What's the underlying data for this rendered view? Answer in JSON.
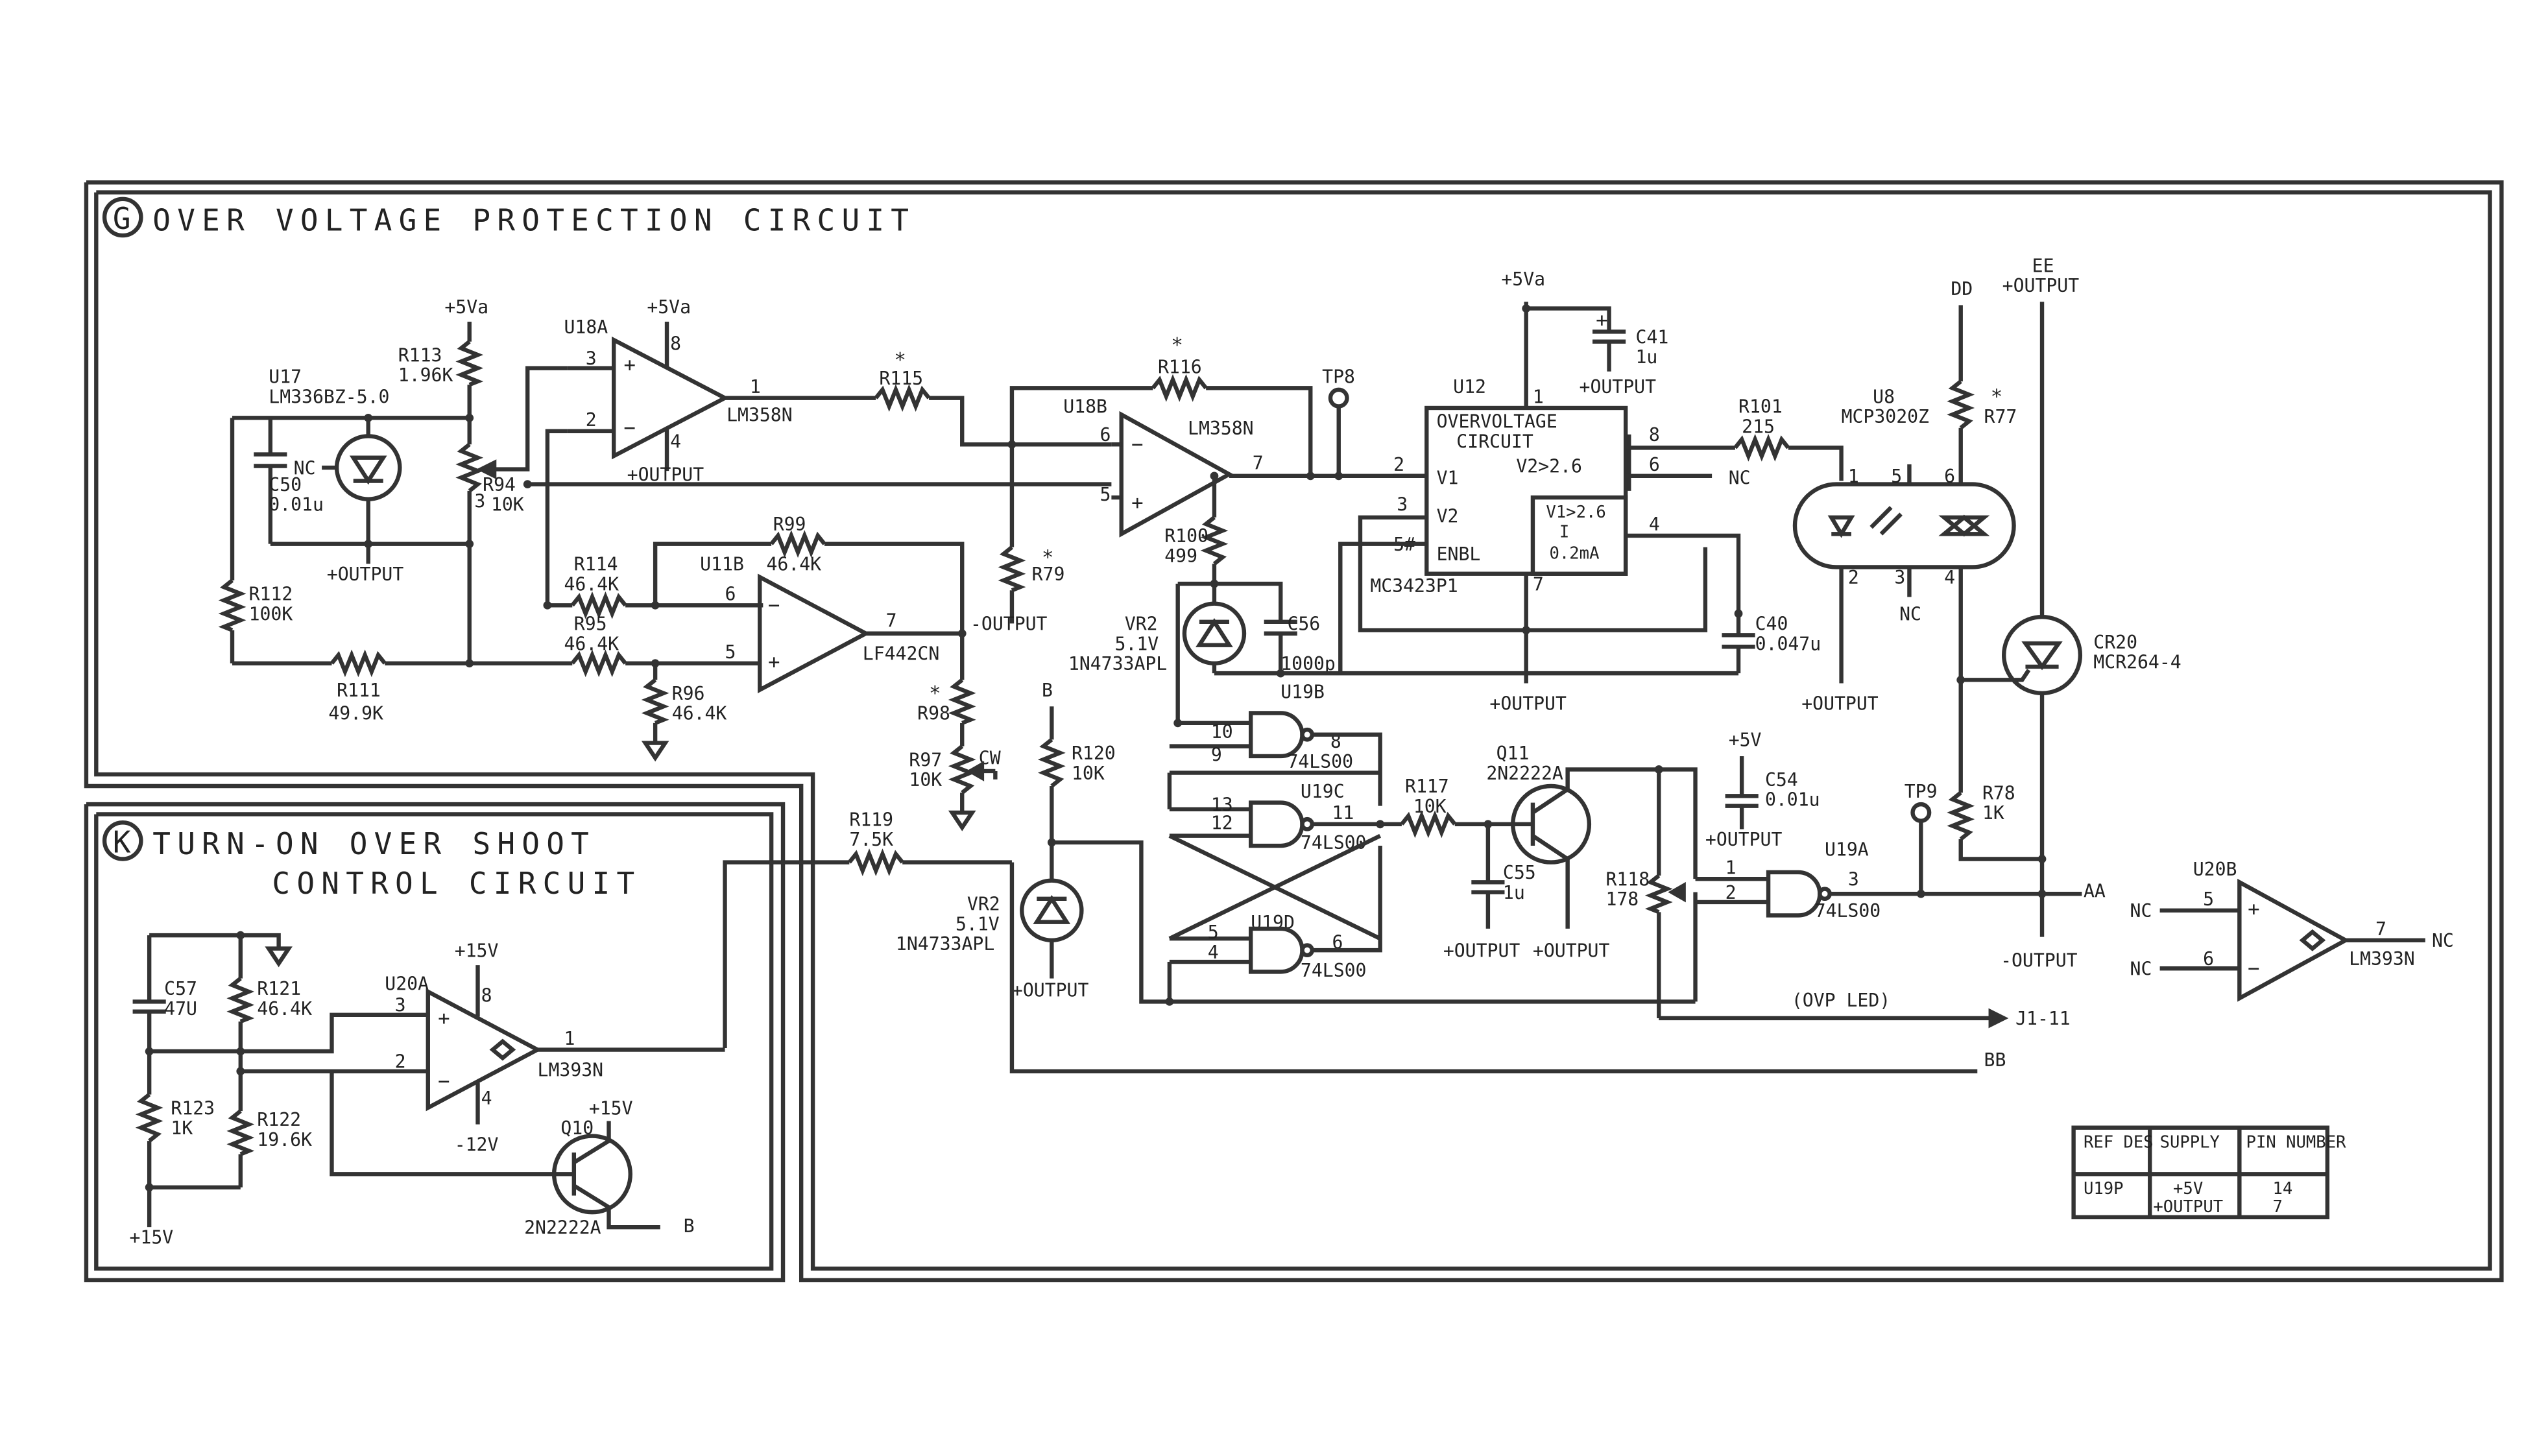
{
  "sections": {
    "g": {
      "letter": "G",
      "title": "OVER VOLTAGE PROTECTION CIRCUIT"
    },
    "k": {
      "letter": "K",
      "title_line1": "TURN-ON OVER SHOOT",
      "title_line2": "CONTROL CIRCUIT"
    }
  },
  "labels": {
    "u17": "U17",
    "u17_part": "LM336BZ-5.0",
    "nc": "NC",
    "c50": "C50",
    "c50_val": "0.01u",
    "plus_output": "+OUTPUT",
    "r112": "R112",
    "r112_val": "100K",
    "r111": "R111",
    "r111_val": "49.9K",
    "r113": "R113",
    "r113_val": "1.96K",
    "plus5va": "+5Va",
    "r94": "R94",
    "r94_val": "10K",
    "r94_pin": "3",
    "u18a": "U18A",
    "lm358n": "LM358N",
    "pin1": "1",
    "pin2": "2",
    "pin3": "3",
    "pin4": "4",
    "pin5": "5",
    "pin6": "6",
    "pin7": "7",
    "pin8": "8",
    "r115": "R115",
    "star": "*",
    "r116": "R116",
    "u18b": "U18B",
    "tp8": "TP8",
    "r114": "R114",
    "r114_val": "46.4K",
    "r99": "R99",
    "r99_val": "46.4K",
    "u11b": "U11B",
    "lf442cn": "LF442CN",
    "r95": "R95",
    "r95_val": "46.4K",
    "r96": "R96",
    "r96_val": "46.4K",
    "minus_output": "-OUTPUT",
    "r79": "R79",
    "r98": "R98",
    "r97": "R97",
    "r97_val": "10K",
    "cw": "CW",
    "u12": "U12",
    "ovc_line1": "OVERVOLTAGE",
    "ovc_line2": "CIRCUIT",
    "v1": "V1",
    "v2": "V2",
    "v2gt": "V2>2.6",
    "v1gt": "V1>2.6",
    "i_src": "I",
    "ma": "0.2mA",
    "enbl": "ENBL",
    "pin5hash": "5#",
    "mc3423": "MC3423P1",
    "c41": "C41",
    "c41_val": "1u",
    "r101": "R101",
    "r101_val": "215",
    "u8": "U8",
    "mcp": "MCP3020Z",
    "r77": "R77",
    "dd": "DD",
    "ee": "EE",
    "c40": "C40",
    "c40_val": "0.047u",
    "cr20": "CR20",
    "mcr": "MCR264-4",
    "r78": "R78",
    "r78_val": "1K",
    "r100": "R100",
    "r100_val": "499",
    "vr2": "VR2",
    "vr2_v": "5.1V",
    "vr2_part": "1N4733APL",
    "c56": "C56",
    "c56_val": "1000p",
    "u19b": "U19B",
    "ls00": "74LS00",
    "pin9": "9",
    "pin10": "10",
    "pin11": "11",
    "pin12": "12",
    "pin13": "13",
    "b": "B",
    "r120": "R120",
    "r120_val": "10K",
    "u19c": "U19C",
    "r117": "R117",
    "r117_val": "10K",
    "q11": "Q11",
    "q_part": "2N2222A",
    "c55": "C55",
    "c55_val": "1u",
    "u19d": "U19D",
    "r118": "R118",
    "r118_val": "178",
    "plus5v": "+5V",
    "c54": "C54",
    "c54_val": "0.01u",
    "tp9": "TP9",
    "u19a": "U19A",
    "aa": "AA",
    "bb": "BB",
    "ovp_led": "(OVP LED)",
    "j1": "J1-11",
    "r119": "R119",
    "r119_val": "7.5K",
    "u20b": "U20B",
    "lm393n": "LM393N",
    "plus15v": "+15V",
    "minus12v": "-12V",
    "c57": "C57",
    "c57_val": "47U",
    "r121": "R121",
    "r121_val": "46.4K",
    "r122": "R122",
    "r122_val": "19.6K",
    "r123": "R123",
    "r123_val": "1K",
    "u20a": "U20A",
    "q10": "Q10",
    "plus_sign": "+",
    "minus_sign": "−"
  },
  "supply_table": {
    "headers": [
      "REF DES",
      "SUPPLY",
      "PIN NUMBER"
    ],
    "row": {
      "ref": "U19P",
      "supply1": "+5V",
      "supply2": "+OUTPUT",
      "pin1": "14",
      "pin2": "7"
    }
  }
}
